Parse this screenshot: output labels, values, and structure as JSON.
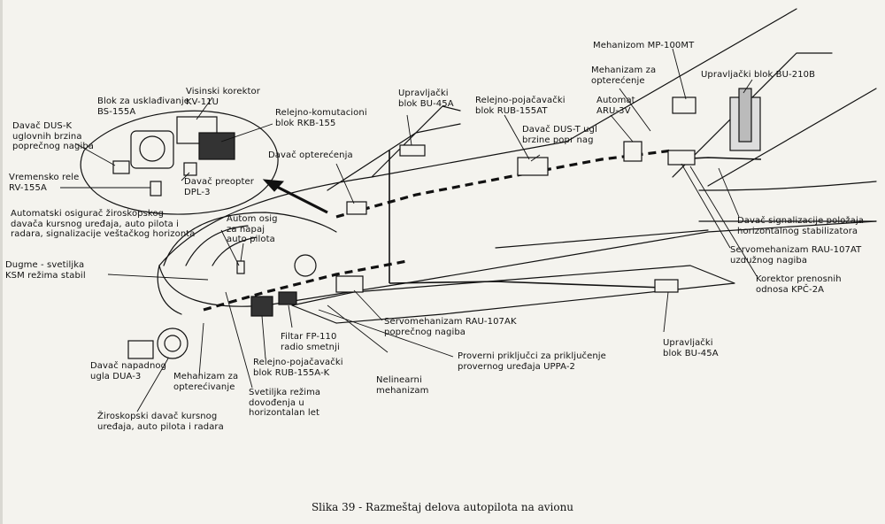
{
  "caption": "Slika 39 - Razmeštaj delova autopilota na avionu",
  "labels": {
    "mp100mt": "Mehanizom MP-100MT",
    "mehanizam_top": "Mehanizam za\nopterećenje",
    "bu210b": "Upravljački blok BU-210B",
    "aru3v": "Automat\nARU-3V",
    "rub155at": "Relejno-pojačavački\nblok RUB-155AT",
    "bu45a_top": "Upravljački\nblok BU-45A",
    "dus_t": "Davač DUS-T ugl\nbrzine popr nag",
    "kv11u": "Visinski korektor\nKV-11U",
    "rkb155": "Relejno-komutacioni\nblok RKB-155",
    "bs155a": "Blok za usklađivanje\nBS-155A",
    "dus_k": "Davač DUS-K\nuglovnih brzina\npoprečnog nagiba",
    "rv155a": "Vremensko rele\nRV-155A",
    "dpl3": "Davač preopter\nDPL-3",
    "davac_opt": "Davač opterećenja",
    "zirosk": "Automatski osigurač žiroskopskog\ndavača kursnog uređaja, auto pilota i\nradara, signalizacije veštačkog horizonta",
    "autom_osig": "Autom osig\nza napaj\nauto pilota",
    "dugme": "Dugme - svetiljka\nKSM režima stabil",
    "signal_stab": "Davač signalizacije položaja\nhorizontalnog stabilizatora",
    "rau107at": "Servomehanizam RAU-107AT\nuzdužnog nagiba",
    "kpc2a": "Korektor prenosnih\nodnosa KPČ-2A",
    "rau107ak": "Servomehanizam RAU-107AK\npoprečnog nagiba",
    "bu45a_bot": "Upravljački\nblok BU-45A",
    "fp110": "Filtar FP-110\nradio smetnji",
    "uppa2": "Proverni priključci za priključenje\nprovernog uređaja UPPA-2",
    "dua3": "Davač napadnog\nugla DUA-3",
    "mehanizam_bot": "Mehanizam za\nopterećivanje",
    "rub155ak": "Relejno-pojačavački\nblok RUB-155A-K",
    "nelinearni": "Nelinearni\nmehanizam",
    "svetiljka": "Svetiljka režima\ndovođenja u\nhorizontalan let",
    "kursni": "Žiroskopski davač kursnog\nuređaja, auto pilota i radara"
  },
  "colors": {
    "ink": "#111111",
    "paper": "#f4f3ee"
  }
}
